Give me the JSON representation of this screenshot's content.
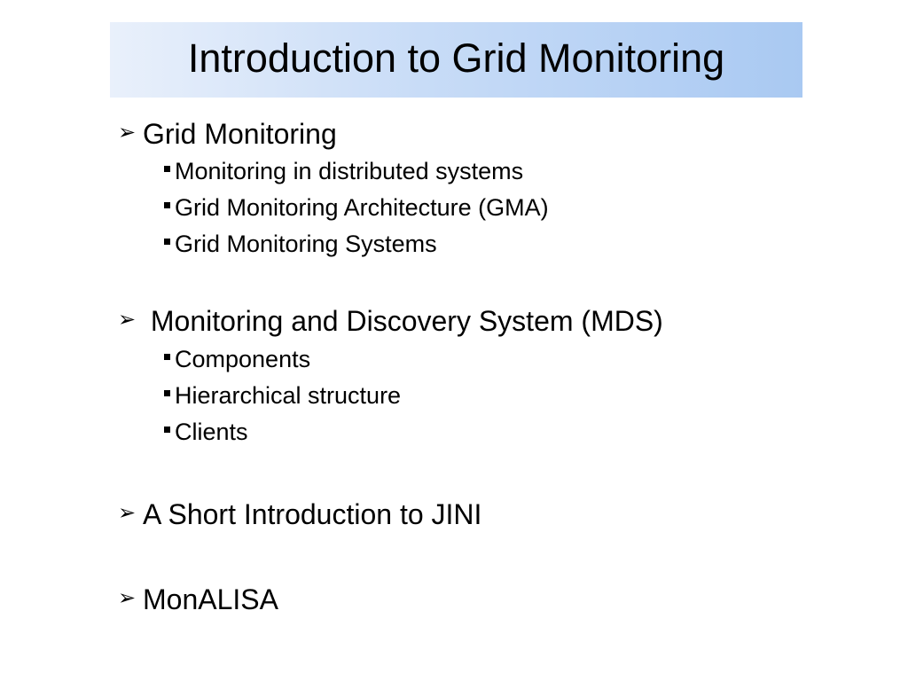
{
  "slide": {
    "title": "Introduction to Grid Monitoring",
    "sections": [
      {
        "label": "Grid Monitoring",
        "items": [
          "Monitoring in distributed systems",
          "Grid Monitoring Architecture (GMA)",
          "Grid Monitoring Systems"
        ]
      },
      {
        "label": " Monitoring and Discovery System (MDS)",
        "items": [
          "Components",
          "Hierarchical structure",
          "Clients"
        ]
      },
      {
        "label": "A Short Introduction to JINI",
        "items": []
      },
      {
        "label": "MonALISA",
        "items": []
      }
    ]
  },
  "icons": {
    "level1_bullet": "arrowhead-bullet-icon",
    "level2_bullet": "square-bullet-icon"
  },
  "colors": {
    "title_gradient_start": "#e9f0fb",
    "title_gradient_end": "#a9c9f2",
    "text": "#000000"
  }
}
